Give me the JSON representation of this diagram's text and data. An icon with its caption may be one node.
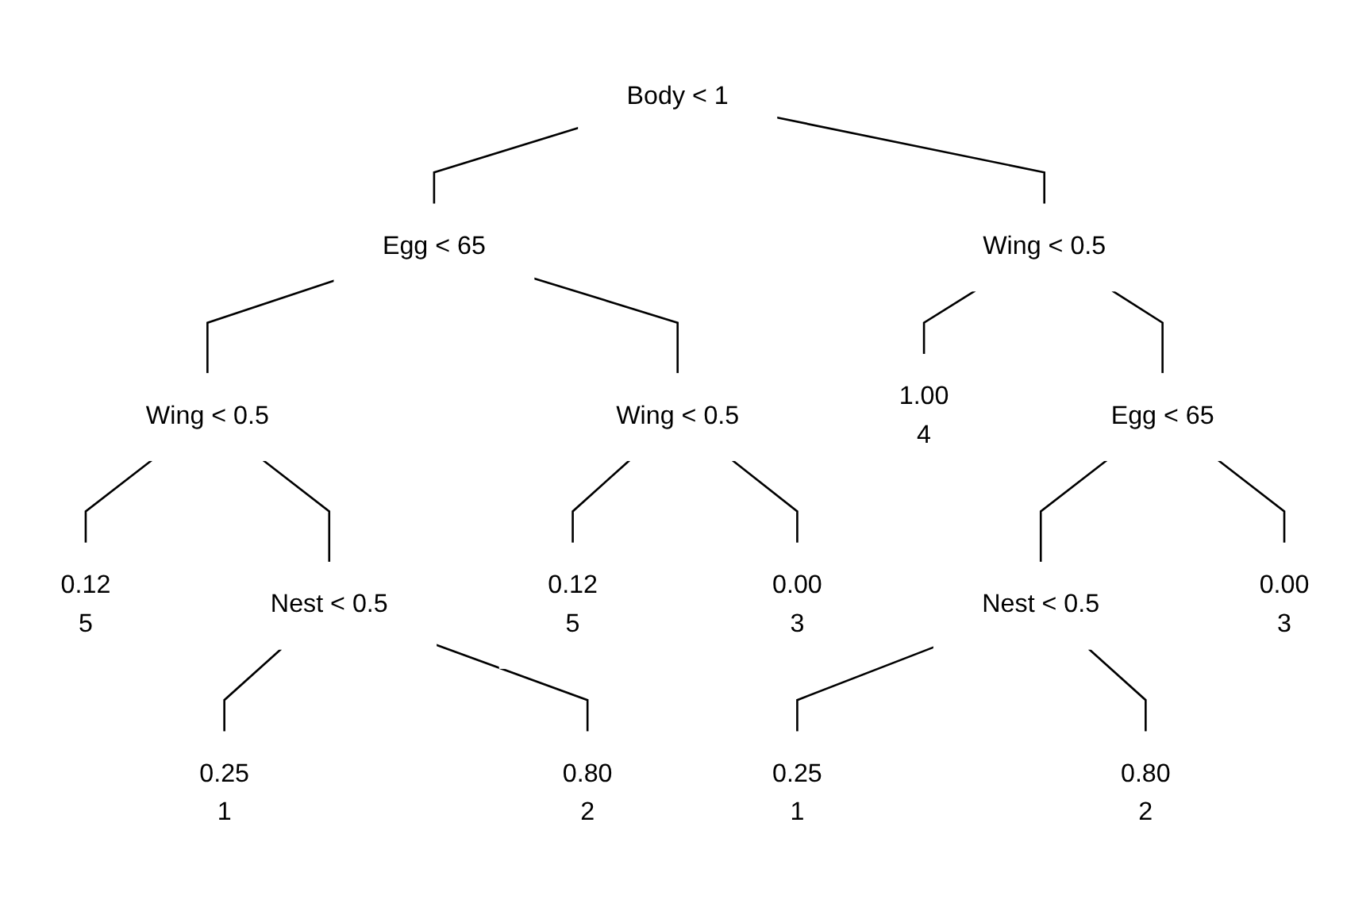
{
  "diagram": {
    "nodes": [
      {
        "text": [
          "Body < 1"
        ]
      },
      {
        "text": [
          "Egg < 65"
        ]
      },
      {
        "text": [
          "Wing < 0.5"
        ]
      },
      {
        "text": [
          "Wing < 0.5"
        ]
      },
      {
        "text": [
          "Wing < 0.5"
        ]
      },
      {
        "text": [
          "1.00",
          "4"
        ]
      },
      {
        "text": [
          "Egg < 65"
        ]
      },
      {
        "text": [
          "Nest < 0.5"
        ]
      },
      {
        "text": [
          "Nest < 0.5"
        ]
      },
      {
        "text": [
          "0.12",
          "5"
        ]
      },
      {
        "text": [
          "0.25",
          "1"
        ]
      },
      {
        "text": [
          "0.80",
          "2"
        ]
      },
      {
        "text": [
          "0.12",
          "5"
        ]
      },
      {
        "text": [
          "0.00",
          "3"
        ]
      },
      {
        "text": [
          "0.25",
          "1"
        ]
      },
      {
        "text": [
          "0.80",
          "2"
        ]
      },
      {
        "text": [
          "0.00",
          "3"
        ]
      }
    ],
    "edges": [
      {
        "from": 0,
        "to": 1,
        "arrow": "none"
      },
      {
        "from": 0,
        "to": 2,
        "arrow": "none"
      },
      {
        "from": 1,
        "to": 3,
        "arrow": "none"
      },
      {
        "from": 1,
        "to": 4,
        "arrow": "none"
      },
      {
        "from": 3,
        "to": 9,
        "arrow": "none"
      },
      {
        "from": 3,
        "to": 7,
        "arrow": "none"
      },
      {
        "from": 7,
        "to": 10,
        "arrow": "none"
      },
      {
        "from": 7,
        "to": 11,
        "arrow": "none"
      },
      {
        "from": 4,
        "to": 12,
        "arrow": "none"
      },
      {
        "from": 4,
        "to": 13,
        "arrow": "none"
      },
      {
        "from": 2,
        "to": 5,
        "arrow": "none"
      },
      {
        "from": 2,
        "to": 6,
        "arrow": "none"
      },
      {
        "from": 6,
        "to": 8,
        "arrow": "none"
      },
      {
        "from": 6,
        "to": 16,
        "arrow": "none"
      },
      {
        "from": 8,
        "to": 14,
        "arrow": "none"
      },
      {
        "from": 8,
        "to": 15,
        "arrow": "none"
      }
    ]
  }
}
